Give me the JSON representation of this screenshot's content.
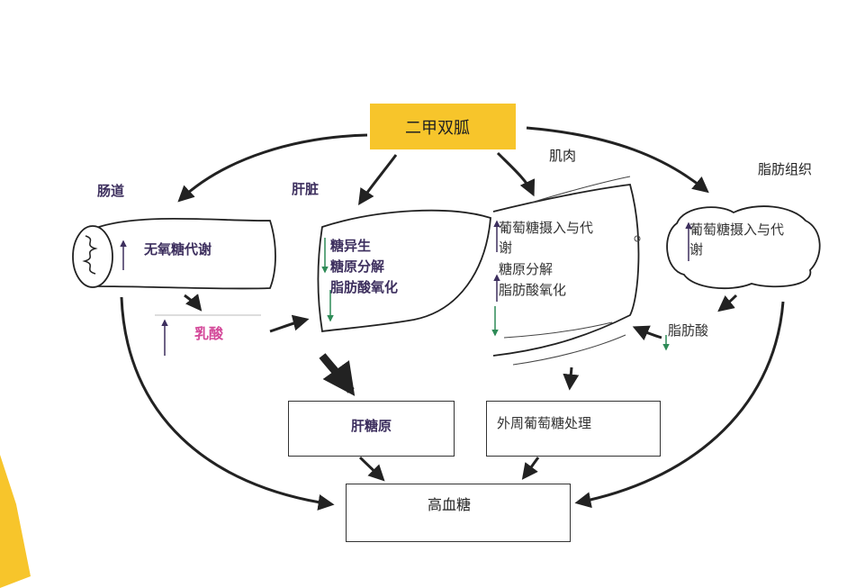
{
  "drug": "二甲双胍",
  "organs": {
    "gut": "肠道",
    "liver": "肝脏",
    "muscle": "肌肉",
    "adipose": "脂肪组织"
  },
  "gut_effect": "无氧糖代谢",
  "lactate": "乳酸",
  "liver_effects": [
    "糖异生",
    "糖原分解",
    "脂肪酸氧化"
  ],
  "muscle_effects": [
    "葡萄糖摄入与代",
    "谢",
    "糖原分解",
    "脂肪酸氧化"
  ],
  "adipose_effects": [
    "葡萄糖摄入与代",
    "谢"
  ],
  "fatty_acid": "脂肪酸",
  "liver_glycogen": "肝糖原",
  "peripheral_glucose": "外周葡萄糖处理",
  "hyperglycemia": "高血糖",
  "colors": {
    "drug_box": "#f7c52b",
    "up_arrow": "#3d2f5e",
    "down_arrow": "#2e8b57",
    "lactate": "#d44a9a",
    "accent_shape": "#f7c52b"
  }
}
